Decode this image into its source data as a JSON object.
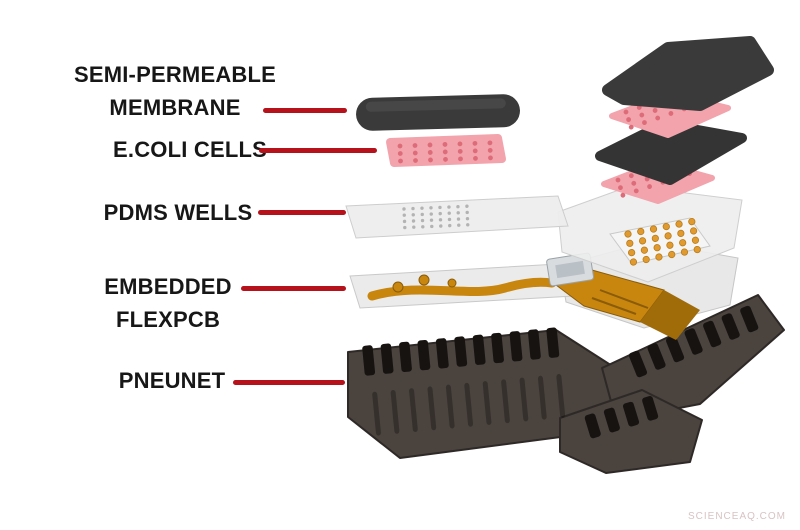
{
  "figure": {
    "type": "exploded-assembly-diagram",
    "labels": {
      "membrane": {
        "line1": "SEMI-PERMEABLE",
        "line2": "MEMBRANE"
      },
      "ecoli": {
        "text": "E.COLI CELLS"
      },
      "pdms": {
        "text": "PDMS WELLS"
      },
      "flexpcb": {
        "line1": "EMBEDDED",
        "line2": "FLEXPCB"
      },
      "pneunet": {
        "text": "PNEUNET"
      }
    },
    "watermark": "SCIENCEAQ.COM",
    "colors": {
      "leader": "#b5121b",
      "membrane": "#3b3a3a",
      "cells": "#f2a3ac",
      "pdms": "#ededed",
      "flex": "#c8860f",
      "pneunet": "#4a433e"
    }
  }
}
